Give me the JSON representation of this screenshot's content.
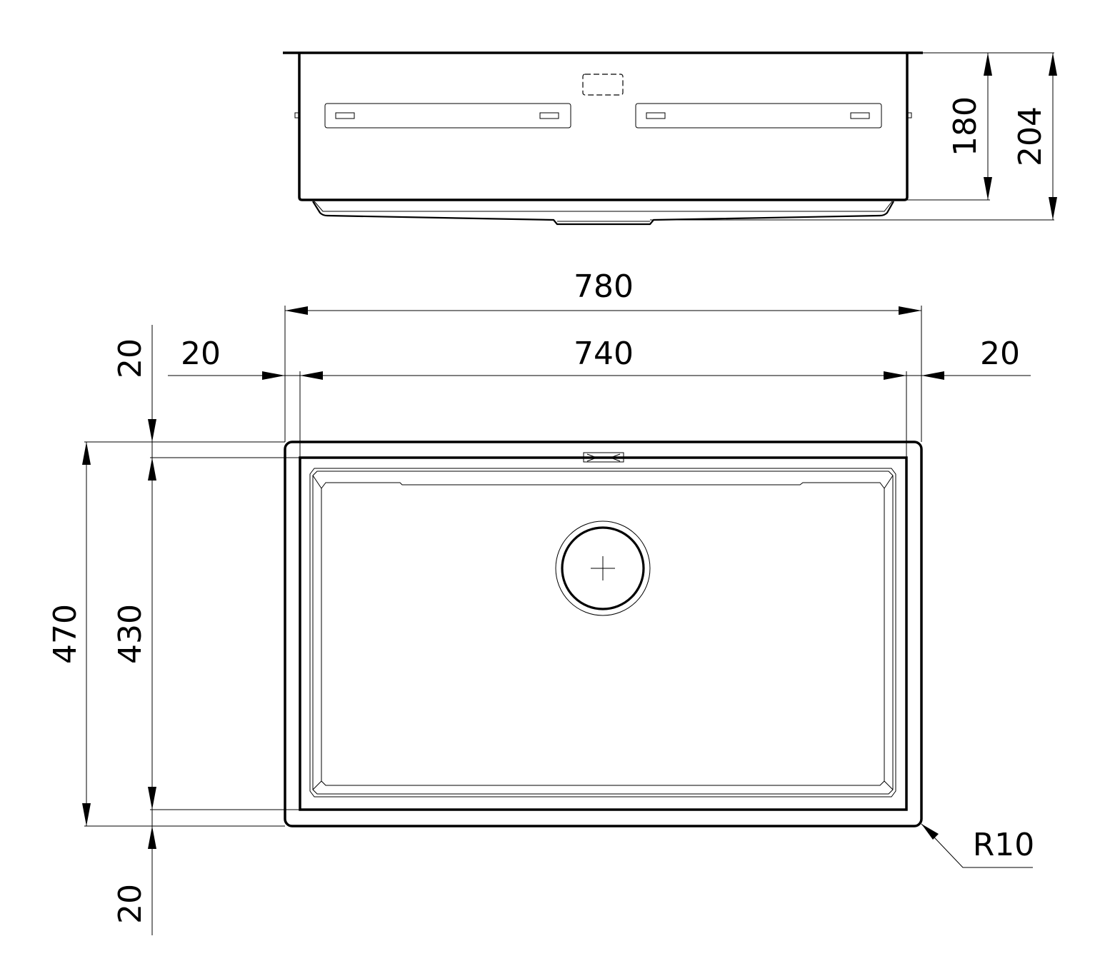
{
  "drawing": {
    "title": "Sink technical drawing",
    "side_view": {
      "dimensions": {
        "bowl_depth": "180",
        "total_height": "204"
      }
    },
    "top_view": {
      "dimensions": {
        "overall_width": "780",
        "inner_width": "740",
        "left_flange": "20",
        "right_flange": "20",
        "top_flange": "20",
        "bottom_flange": "20",
        "overall_depth": "470",
        "inner_depth": "430",
        "corner_radius": "R10"
      }
    },
    "colors": {
      "line": "#000000",
      "background": "#ffffff"
    }
  }
}
